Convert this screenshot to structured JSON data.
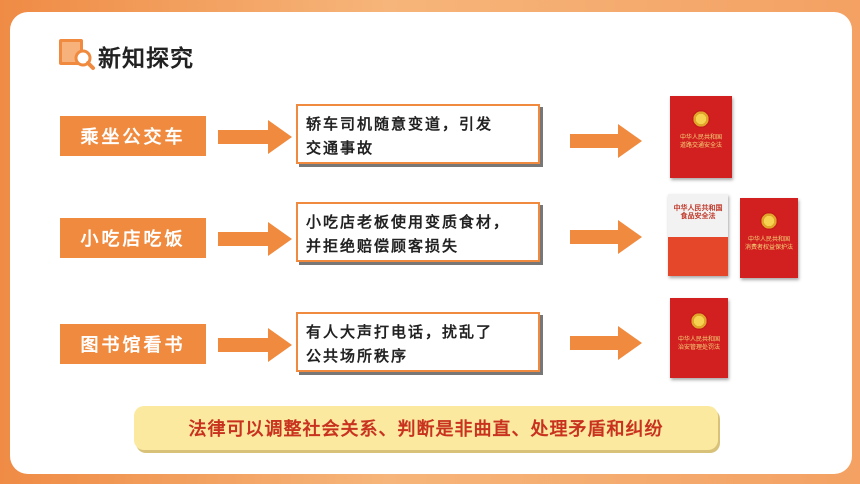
{
  "header": {
    "title": "新知探究",
    "icon": "book-search-icon"
  },
  "rows": [
    {
      "label": "乘坐公交车",
      "description_line1": "轿车司机随意变道，引发",
      "description_line2": "交通事故",
      "books": [
        {
          "title_line1": "中华人民共和国",
          "title_line2": "道路交通安全法"
        }
      ]
    },
    {
      "label": "小吃店吃饭",
      "description_line1": "小吃店老板使用变质食材，",
      "description_line2": "并拒绝赔偿顾客损失",
      "books": [
        {
          "title_line1": "中华人民共和国",
          "title_line2": "食品安全法"
        },
        {
          "title_line1": "中华人民共和国",
          "title_line2": "消费者权益保护法"
        }
      ]
    },
    {
      "label": "图书馆看书",
      "description_line1": "有人大声打电话，扰乱了",
      "description_line2": "公共场所秩序",
      "books": [
        {
          "title_line1": "中华人民共和国",
          "title_line2": "治安管理处罚法"
        }
      ]
    }
  ],
  "conclusion": "法律可以调整社会关系、判断是非曲直、处理矛盾和纠纷",
  "colors": {
    "accent": "#f08a3e",
    "conclusion_text": "#c8321f",
    "conclusion_bg": "#fbe9a0",
    "book_red": "#d21f1f"
  }
}
